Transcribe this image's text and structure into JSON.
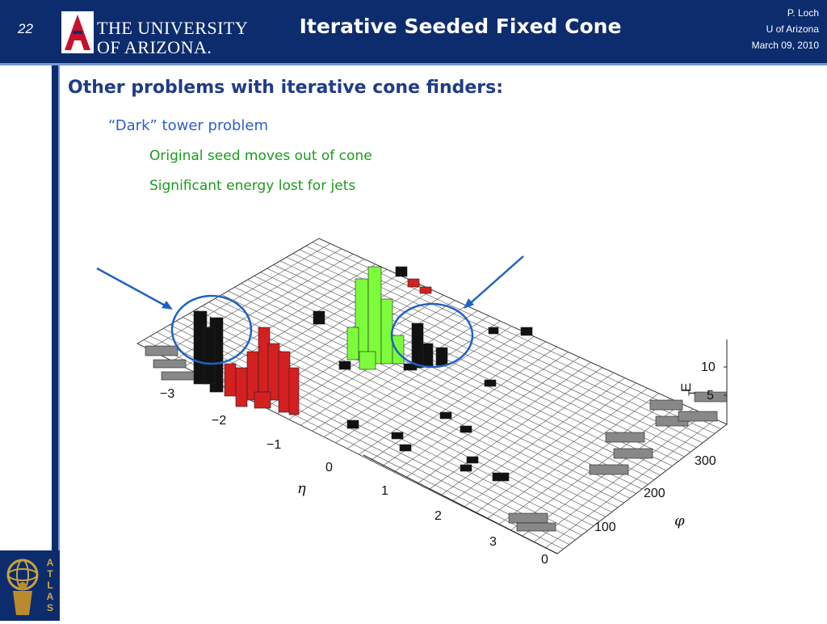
{
  "header": {
    "slide_number": "22",
    "university_line1": "THE UNIVERSITY",
    "university_line2": "OF ARIZONA.",
    "title": "Iterative Seeded Fixed Cone",
    "author": "P. Loch",
    "affiliation": "U of Arizona",
    "date": "March 09, 2010"
  },
  "content": {
    "bullet1": "Other problems with iterative cone finders:",
    "bullet2": "“Dark” tower problem",
    "bullet3": "Original seed moves out of cone",
    "bullet4": "Significant energy lost for jets"
  },
  "figure": {
    "eta_label": "η",
    "phi_label": "φ",
    "et_label": "E",
    "et_sub": "T",
    "eta_ticks": [
      "−3",
      "−2",
      "−1",
      "0",
      "1",
      "2",
      "3"
    ],
    "phi_ticks": [
      "0",
      "100",
      "200",
      "300"
    ],
    "et_ticks": [
      "5",
      "10"
    ]
  },
  "footer": {
    "atlas": "ATLAS"
  },
  "colors": {
    "header_bg": "#0c2c6e",
    "header_line": "#7a97cf",
    "title_blue": "#1f3c86",
    "sub_blue": "#2d5fc7",
    "green": "#1c9a1c",
    "jet_red": "#d42020",
    "jet_green": "#7dfc3c"
  }
}
